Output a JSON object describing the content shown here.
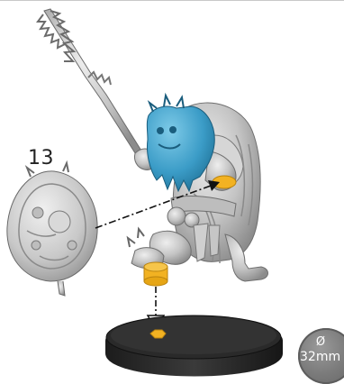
{
  "step": {
    "number": "13"
  },
  "base_badge": {
    "symbol": "Ø",
    "size": "32mm"
  },
  "colors": {
    "highlight_part": "#3b9cc7",
    "connector_peg": "#f2b222",
    "model_grey": "#c9c9c9",
    "base_black": "#2a2a2a"
  },
  "icons": [
    "dash-dot-arrow",
    "hollow-arrowhead"
  ]
}
